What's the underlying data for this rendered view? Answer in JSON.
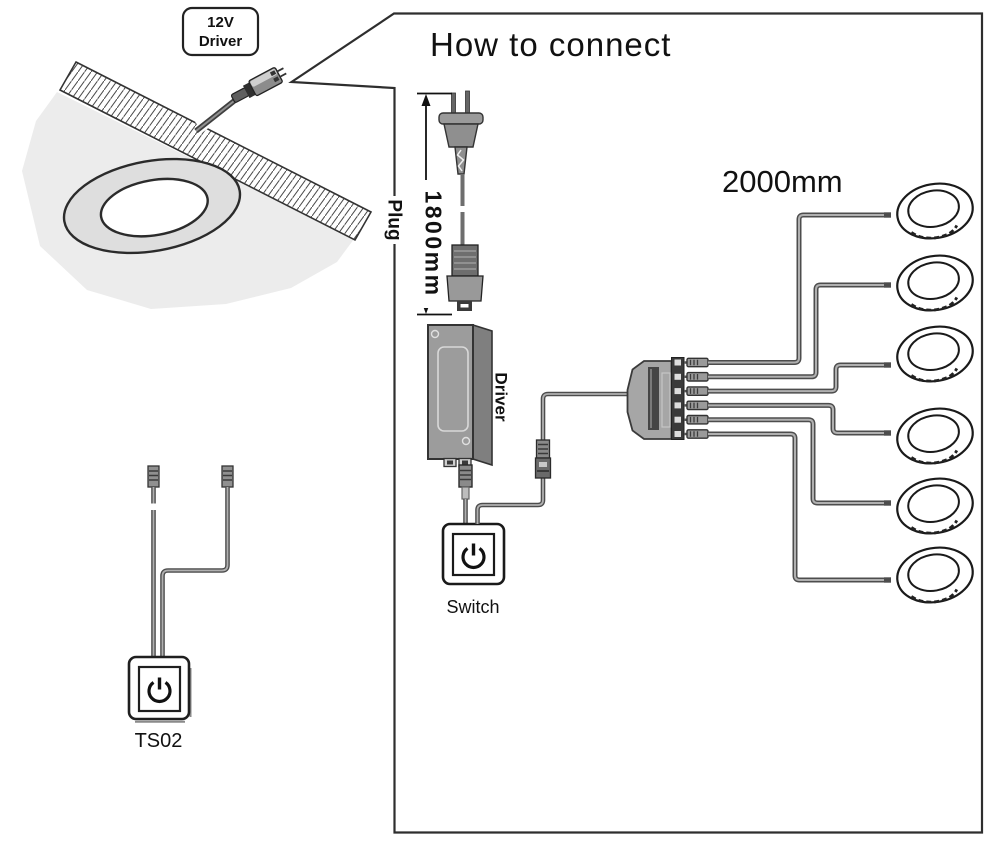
{
  "diagram": {
    "title": "How to connect",
    "callout_box": {
      "line1": "12V",
      "line2": "Driver"
    },
    "plug": {
      "label": "Plug",
      "cord_length": "1800mm"
    },
    "driver": {
      "label": "Driver"
    },
    "switch": {
      "label": "Switch"
    },
    "lights": {
      "cord_length": "2000mm",
      "count": 6
    },
    "remote_switch": {
      "label": "TS02"
    },
    "colors": {
      "outline": "#2b2b2b",
      "wire_dark": "#4d4d4d",
      "wire_light": "#b0b0b0",
      "device_gray": "#9c9c9c",
      "ceiling_gray": "#ececec"
    }
  }
}
